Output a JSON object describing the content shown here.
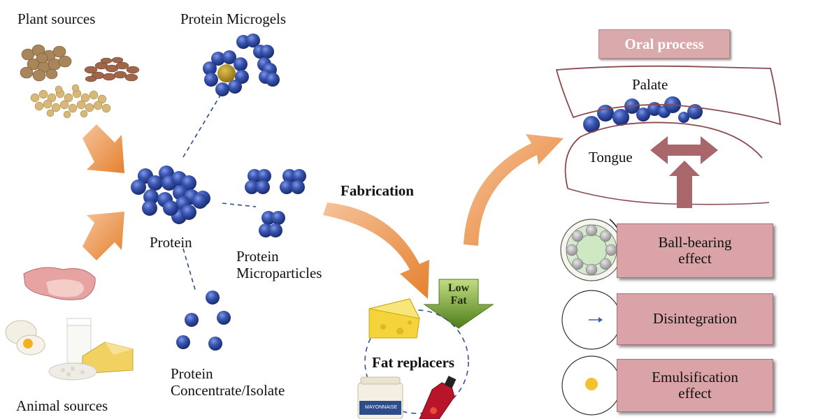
{
  "labels": {
    "plant_sources": "Plant sources",
    "protein_microgels": "Protein Microgels",
    "protein": "Protein",
    "protein_microparticles_1": "Protein",
    "protein_microparticles_2": "Microparticles",
    "protein_concentrate_1": "Protein",
    "protein_concentrate_2": "Concentrate/Isolate",
    "animal_sources": "Animal sources",
    "fabrication": "Fabrication",
    "low_fat_1": "Low",
    "low_fat_2": "Fat",
    "fat_replacers": "Fat replacers",
    "mayonnaise": "MAYONNAISE",
    "oral_process": "Oral process",
    "palate": "Palate",
    "tongue": "Tongue"
  },
  "mechanisms": [
    {
      "line1": "Ball-bearing",
      "line2": "effect"
    },
    {
      "line1": "Disintegration",
      "line2": ""
    },
    {
      "line1": "Emulsification",
      "line2": "effect"
    }
  ],
  "colors": {
    "bead": "#2f4aa0",
    "arrow_orange": "#ec9046",
    "mechanism_box": "#d9a3a7",
    "oral_box": "#d9a9ab",
    "tongue_arrow": "#a9666b",
    "low_fat_arrow": "#6f9a2b"
  },
  "icons": [
    "plant-seeds-image",
    "animal-products-image",
    "cheese-icon",
    "mayonnaise-jar-icon",
    "ketchup-bottle-icon",
    "bearing-icon"
  ]
}
